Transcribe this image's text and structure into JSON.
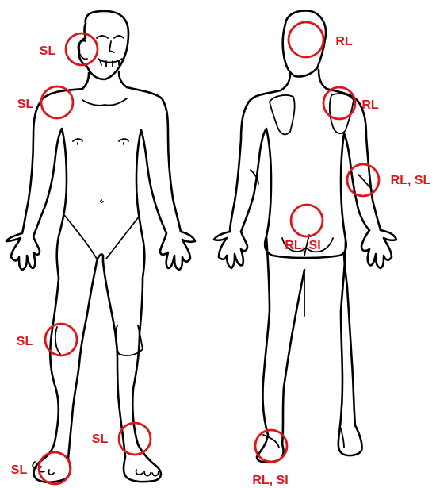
{
  "colors": {
    "marker": "#e0151b",
    "outline": "#000000",
    "background": "#ffffff"
  },
  "views": [
    {
      "name": "front",
      "figure": "anterior-body-outline"
    },
    {
      "name": "back",
      "figure": "posterior-body-outline"
    }
  ],
  "markers": [
    {
      "view": "front",
      "region": "right-ear",
      "label": "SL"
    },
    {
      "view": "front",
      "region": "right-shoulder",
      "label": "SL"
    },
    {
      "view": "front",
      "region": "right-knee",
      "label": "SL"
    },
    {
      "view": "front",
      "region": "left-ankle",
      "label": "SL"
    },
    {
      "view": "front",
      "region": "right-toes",
      "label": "SL"
    },
    {
      "view": "back",
      "region": "back-of-head",
      "label": "RL"
    },
    {
      "view": "back",
      "region": "right-scapula",
      "label": "RL"
    },
    {
      "view": "back",
      "region": "right-elbow",
      "label": "RL, SL"
    },
    {
      "view": "back",
      "region": "sacrum",
      "label": "RL, SI"
    },
    {
      "view": "back",
      "region": "left-heel",
      "label": "RL, SI"
    }
  ]
}
